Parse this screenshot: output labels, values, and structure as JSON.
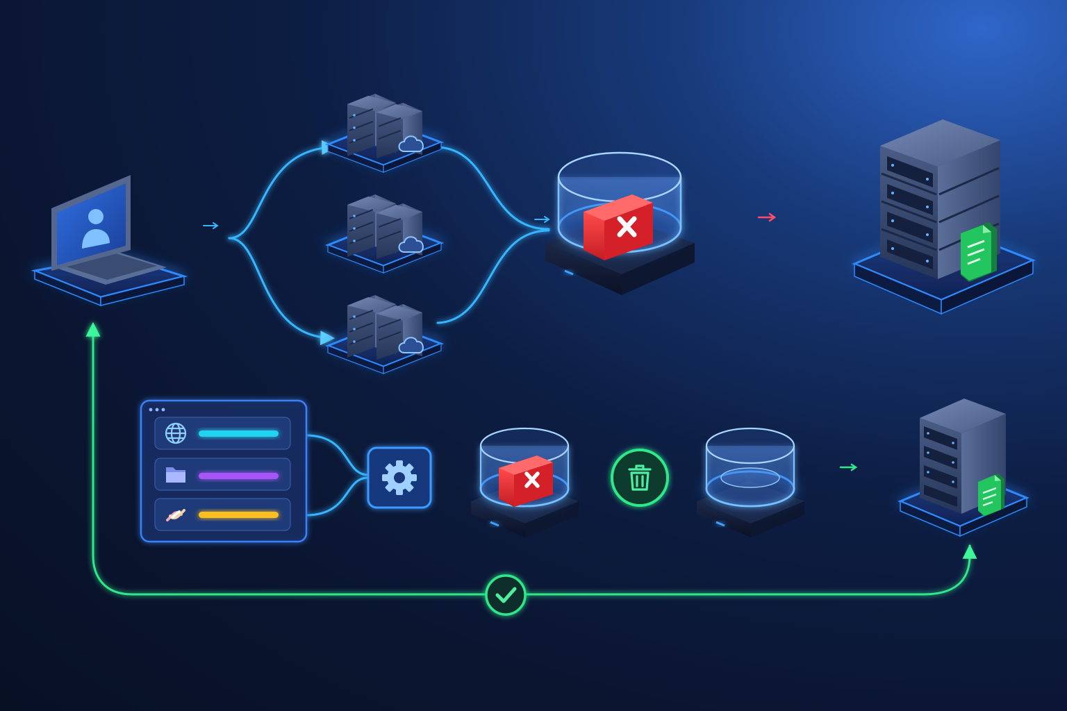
{
  "colors": {
    "background_dark": "#0a1530",
    "background_glow": "#2f66c9",
    "flow_blue": "#35b6ff",
    "flow_green": "#2ee88a",
    "flow_red": "#ff4d6a",
    "error_red": "#e0262e",
    "doc_green": "#22c55e",
    "platform_glow": "#1e8bff",
    "url_bar": "#22d3ee",
    "folder_bar": "#a855f7",
    "link_bar": "#fbbf24"
  },
  "nodes": {
    "client_laptop": {
      "icon": "user-icon"
    },
    "replica_servers": [
      {
        "icon": "cloud-icon"
      },
      {
        "icon": "cloud-icon"
      },
      {
        "icon": "cloud-icon"
      }
    ],
    "top_cache": {
      "status_icon": "x-icon",
      "status": "error"
    },
    "origin_server": {
      "icon": "document-icon"
    },
    "request_panel": {
      "rows": [
        {
          "icon": "globe-icon",
          "bar_color": "#22d3ee"
        },
        {
          "icon": "folder-icon",
          "bar_color": "#a855f7"
        },
        {
          "icon": "link-icon",
          "bar_color": "#fbbf24"
        }
      ]
    },
    "processor": {
      "icon": "gear-icon"
    },
    "bottom_cache": {
      "status_icon": "x-icon",
      "status": "error"
    },
    "purge": {
      "icon": "trash-icon"
    },
    "empty_cache": {
      "status": "empty"
    },
    "bottom_server": {
      "icon": "document-icon"
    },
    "return_path": {
      "icon": "check-icon",
      "status": "success"
    }
  }
}
